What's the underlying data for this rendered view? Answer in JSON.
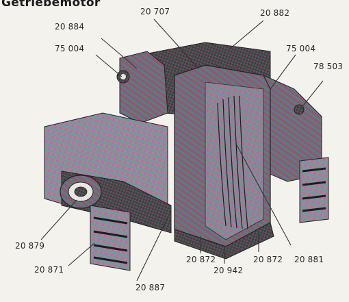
{
  "title": "Getriebemotor",
  "callouts": [
    {
      "id": "c1",
      "label": "20 707"
    },
    {
      "id": "c2",
      "label": "20 882"
    },
    {
      "id": "c3",
      "label": "20 884"
    },
    {
      "id": "c4",
      "label": "75 004"
    },
    {
      "id": "c5",
      "label": "75 004"
    },
    {
      "id": "c6",
      "label": "78 503"
    },
    {
      "id": "c7",
      "label": "20 879"
    },
    {
      "id": "c8",
      "label": "20 871"
    },
    {
      "id": "c9",
      "label": "20 887"
    },
    {
      "id": "c10",
      "label": "20 872"
    },
    {
      "id": "c11",
      "label": "20 942"
    },
    {
      "id": "c12",
      "label": "20 872"
    },
    {
      "id": "c13",
      "label": "20 881"
    }
  ]
}
